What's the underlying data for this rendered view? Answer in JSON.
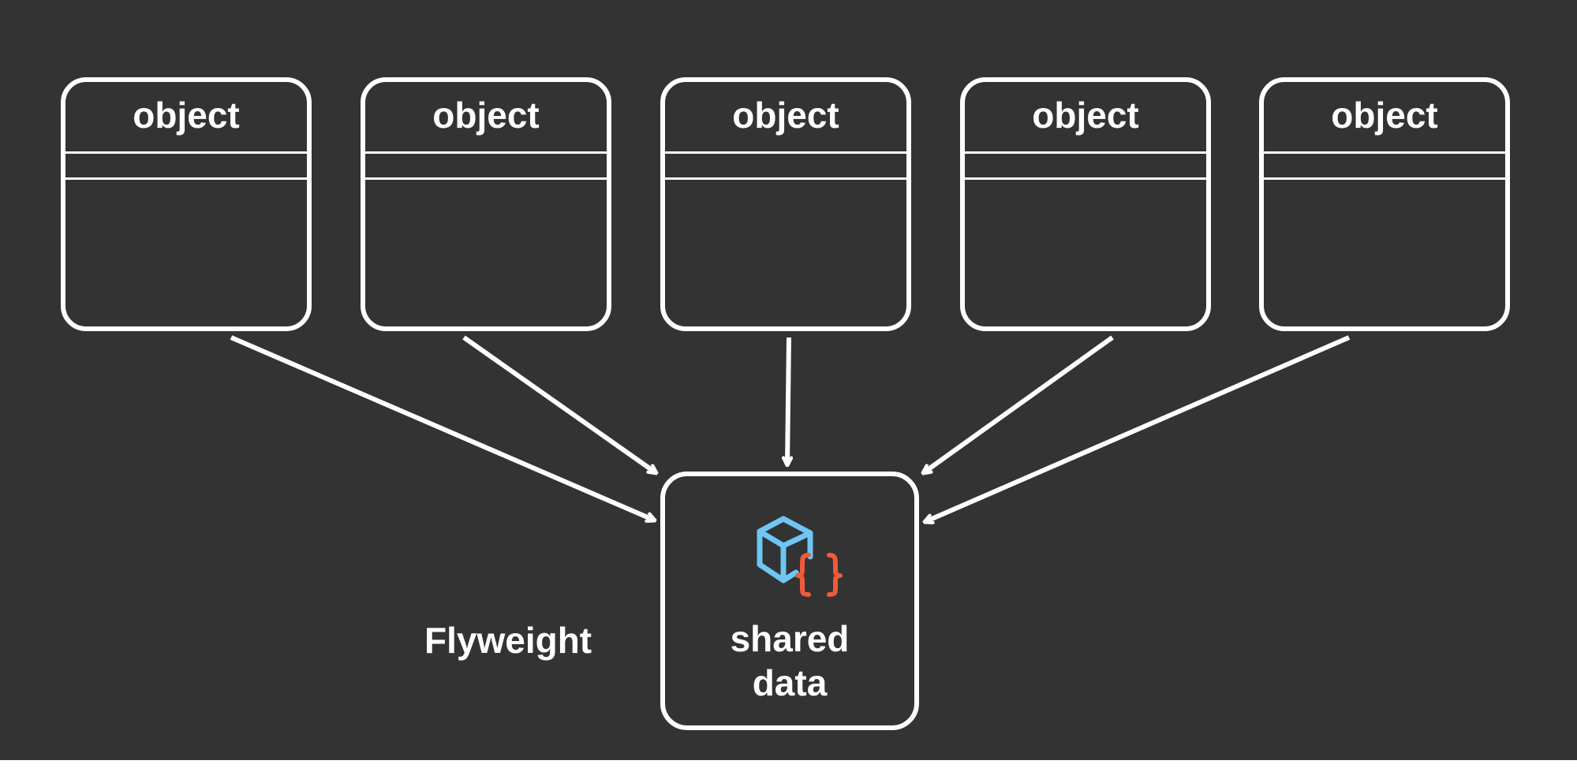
{
  "diagram": {
    "objects": [
      {
        "title": "object"
      },
      {
        "title": "object"
      },
      {
        "title": "object"
      },
      {
        "title": "object"
      },
      {
        "title": "object"
      }
    ],
    "shared": {
      "line1": "shared",
      "line2": "data",
      "icon": "cube-code-icon"
    },
    "pattern_label": "Flyweight",
    "colors": {
      "background": "#333333",
      "stroke": "#ffffff",
      "cube": "#6EC6F5",
      "braces": "#F05A3A"
    }
  }
}
